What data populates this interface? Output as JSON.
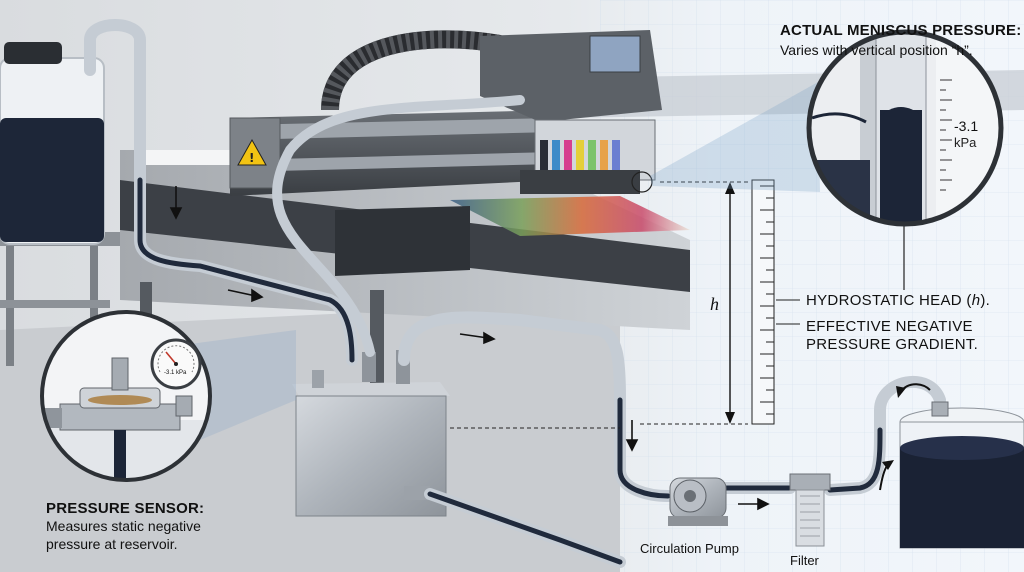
{
  "callouts": {
    "meniscus_title": "ACTUAL MENISCUS PRESSURE:",
    "meniscus_desc": "Varies with vertical position “h”.",
    "hydrostatic_prefix": "HYDROSTATIC HEAD (",
    "hydrostatic_var": "h",
    "hydrostatic_suffix": ").",
    "gradient_line1": "EFFECTIVE NEGATIVE",
    "gradient_line2": "PRESSURE GRADIENT.",
    "sensor_title": "PRESSURE SENSOR:",
    "sensor_desc_line1": "Measures static negative",
    "sensor_desc_line2": "pressure at reservoir."
  },
  "scale": {
    "h_label": "h",
    "meniscus_reading_value": "-3.1",
    "meniscus_reading_unit": "kPa",
    "gauge_reading": "-3.1 kPa"
  },
  "components": {
    "pump_label": "Circulation Pump",
    "filter_label": "Filter"
  },
  "colors": {
    "ink": "#1b2233",
    "steel": "#b7bcc3",
    "blueprint": "#dfe9f3"
  }
}
